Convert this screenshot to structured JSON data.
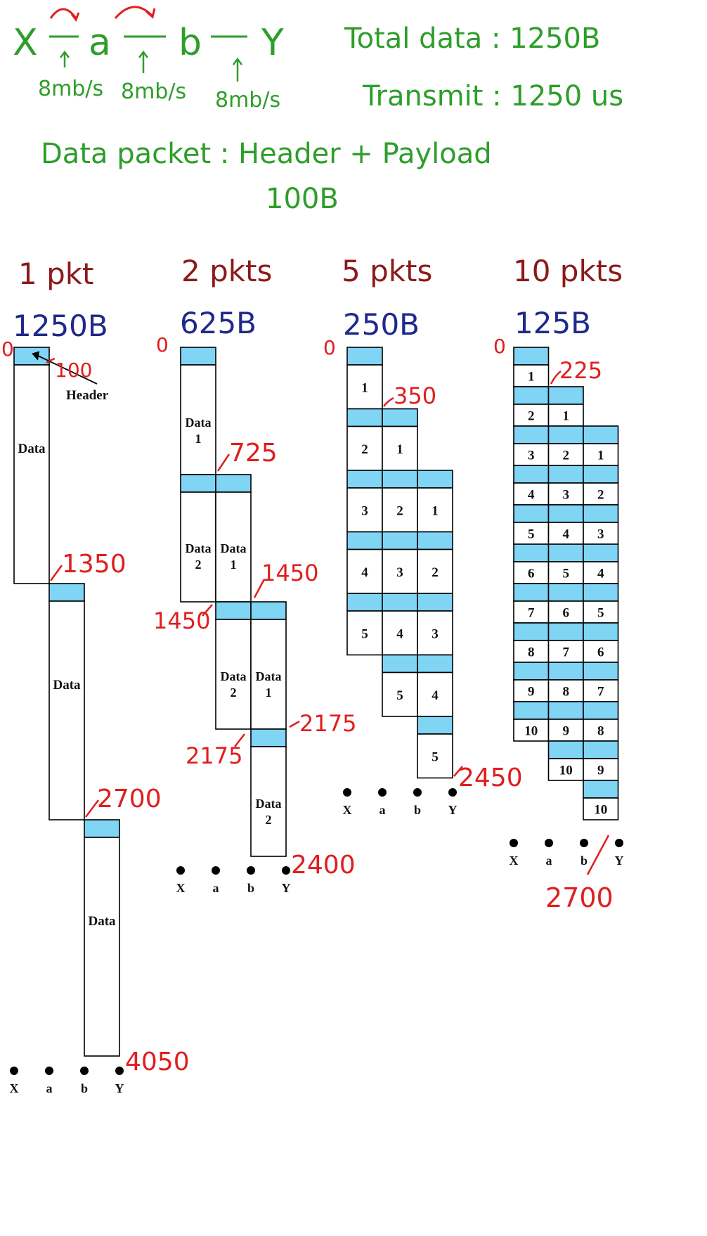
{
  "header": {
    "nodes": [
      "X",
      "a",
      "b",
      "Y"
    ],
    "link_rates": [
      "8mb/s",
      "8mb/s",
      "8mb/s"
    ],
    "total_data": "Total data : 1250B",
    "transmit": "Transmit : 1250 us",
    "packet_line": "Data packet :  Header + Payload",
    "header_size": "100B"
  },
  "columns": [
    {
      "title": "1 pkt",
      "size": "1250B",
      "start": "0",
      "times": [
        "100",
        "1350",
        "2700",
        "4050"
      ],
      "header_callout": "Header",
      "segment_labels": [
        "Data",
        "Data",
        "Data"
      ],
      "axis": [
        "X",
        "a",
        "b",
        "Y"
      ]
    },
    {
      "title": "2 pkts",
      "size": "625B",
      "start": "0",
      "times": [
        "725",
        "1450",
        "1450",
        "2175",
        "2175",
        "2400"
      ],
      "segment_labels": [
        "Data 1",
        "Data 2",
        "Data 1",
        "Data 2",
        "Data 1",
        "Data 2"
      ],
      "axis": [
        "X",
        "a",
        "b",
        "Y"
      ]
    },
    {
      "title": "5 pkts",
      "size": "250B",
      "start": "0",
      "times": [
        "350",
        "2450"
      ],
      "axis": [
        "X",
        "a",
        "b",
        "Y"
      ]
    },
    {
      "title": "10 pkts",
      "size": "125B",
      "start": "0",
      "times": [
        "225",
        "2700"
      ],
      "axis": [
        "X",
        "a",
        "b",
        "Y"
      ]
    }
  ]
}
